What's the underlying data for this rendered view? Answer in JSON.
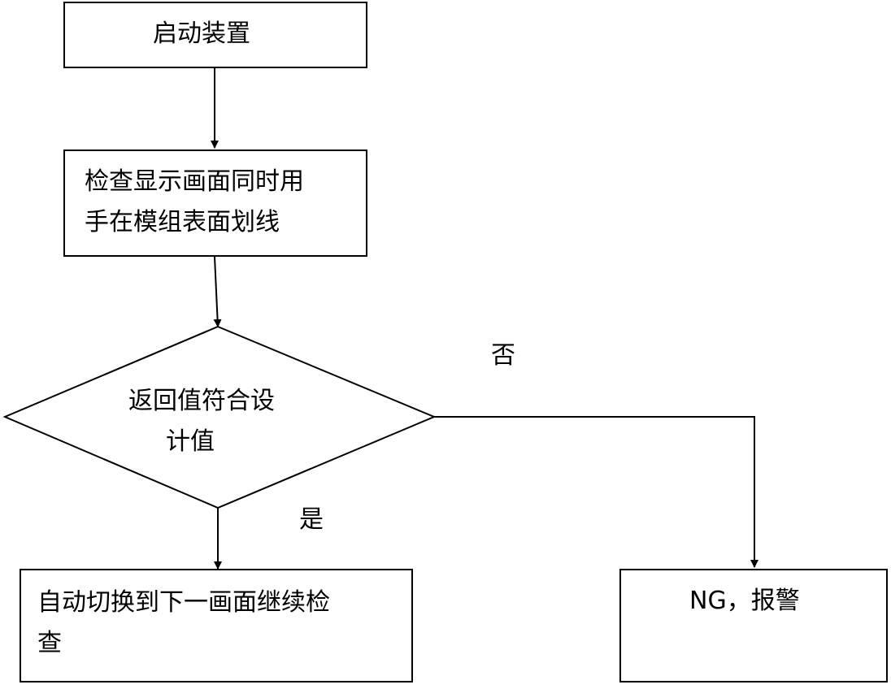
{
  "nodes": {
    "start": {
      "label": "启动装置"
    },
    "check": {
      "line1": "检查显示画面同时用",
      "line2": "手在模组表面划线"
    },
    "decision": {
      "line1": "返回值符合设",
      "line2": "计值"
    },
    "next": {
      "line1": "自动切换到下一画面继续检",
      "line2": "查"
    },
    "ng": {
      "label": "NG，报警"
    }
  },
  "edges": {
    "no_label": "否",
    "yes_label": "是"
  }
}
